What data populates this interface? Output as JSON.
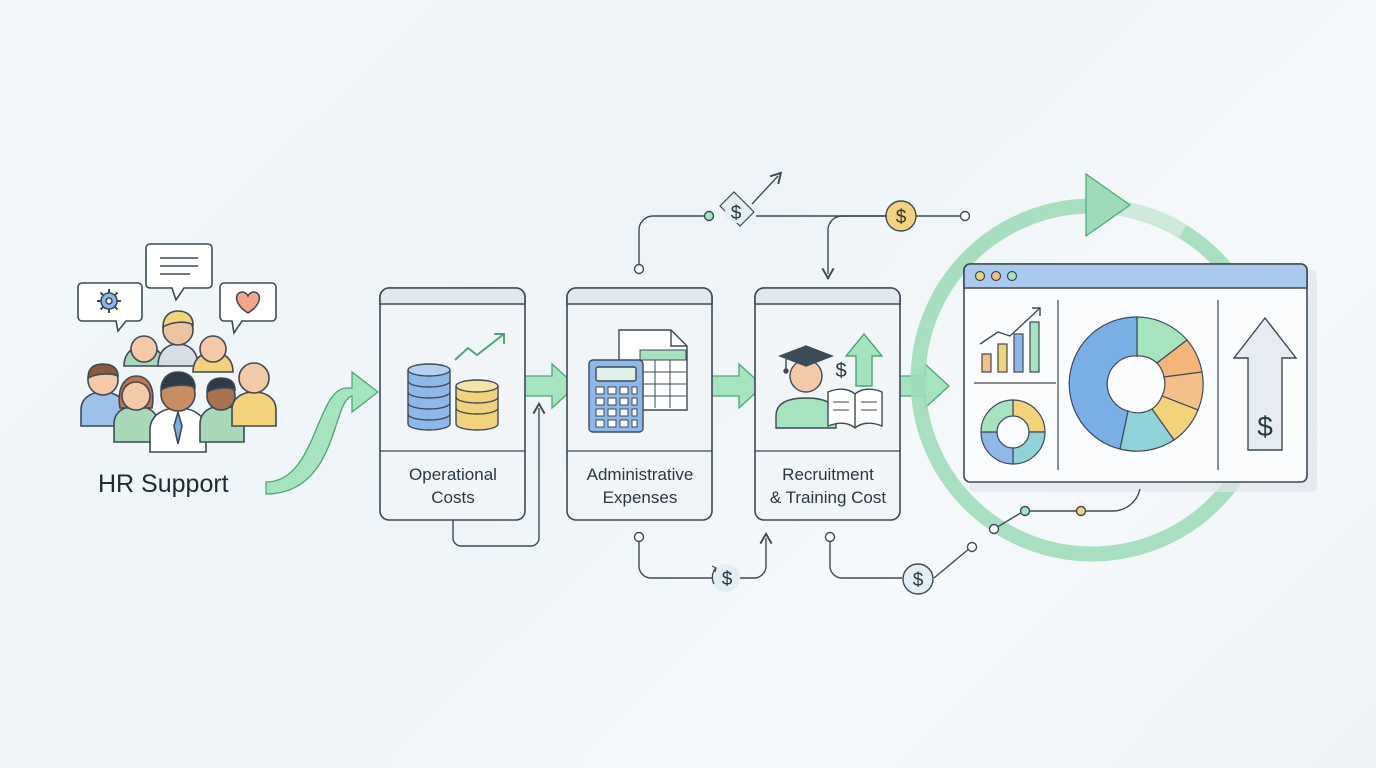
{
  "source": {
    "label": "HR Support"
  },
  "stages": [
    {
      "id": "operational",
      "label_line1": "Operational",
      "label_line2": "Costs"
    },
    {
      "id": "administrative",
      "label_line1": "Administrative",
      "label_line2": "Expenses"
    },
    {
      "id": "recruitment",
      "label_line1": "Recruitment",
      "label_line2": "& Training Cost"
    }
  ],
  "currency_symbol": "$",
  "colors": {
    "green": "#8edcae",
    "green_stroke": "#4aa878",
    "blue": "#7aaee6",
    "yellow": "#f2d27a",
    "orange": "#f3b57a",
    "teal": "#8fd3d8",
    "line": "#3d4a57",
    "card": "#f2f5f8",
    "card_header": "#e4eaf0"
  },
  "icons": [
    "gear-icon",
    "message-icon",
    "heart-icon",
    "coin-stack-icon",
    "trend-arrow-icon",
    "calculator-icon",
    "spreadsheet-icon",
    "graduate-icon",
    "book-icon",
    "up-arrow-icon",
    "dollar-icon",
    "donut-chart-icon",
    "bar-chart-icon",
    "browser-window-icon"
  ]
}
